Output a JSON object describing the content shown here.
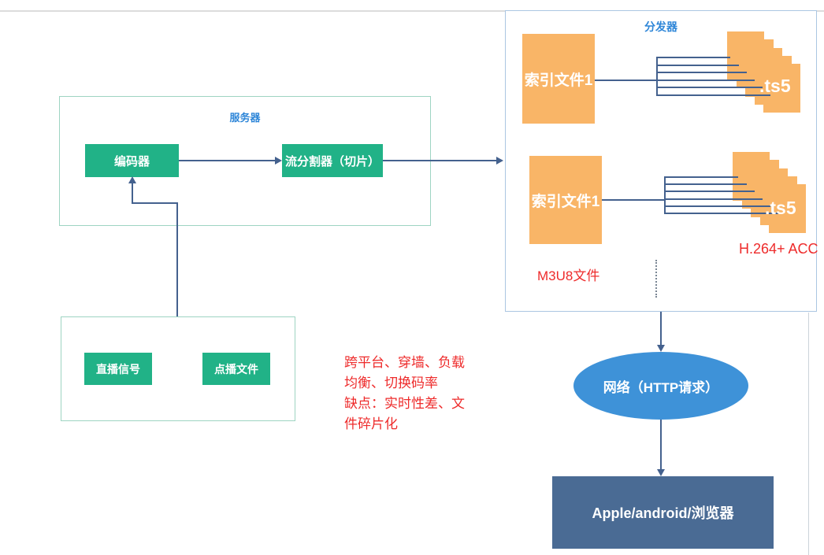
{
  "diagram": {
    "server": {
      "label": "服务器",
      "encoder_label": "编码器",
      "splitter_label": "流分割器（切片）"
    },
    "sources": {
      "live_label": "直播信号",
      "vod_label": "点播文件"
    },
    "note_lines": [
      "跨平台、穿墙、负载",
      "均衡、切换码率",
      "缺点：实时性差、文",
      "件碎片化"
    ],
    "distributor": {
      "label": "分发器",
      "rows": [
        {
          "index_label": "索引文件1",
          "ts_label": ".ts5"
        },
        {
          "index_label": "索引文件1",
          "ts_label": ".ts5"
        }
      ],
      "m3u8_label": "M3U8文件",
      "codec_label": "H.264+ ACC"
    },
    "network_label": "网络（HTTP请求）",
    "client_label": "Apple/android/浏览器"
  },
  "colors": {
    "node_green": "#21b287",
    "node_orange": "#f9b567",
    "label_blue": "#2e86d8",
    "connector_navy": "#44618e",
    "note_red": "#ee2b2b",
    "network_blue": "#3e92d8",
    "client_slate": "#4a6b94",
    "server_border": "#9ed4c2",
    "distributor_border": "#abc6e2"
  }
}
